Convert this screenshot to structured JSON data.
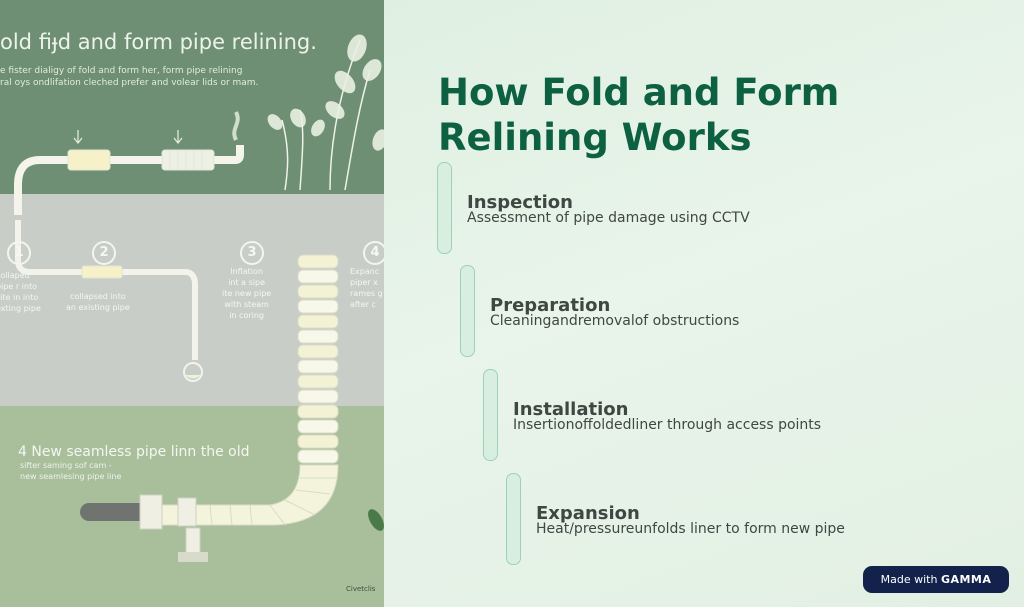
{
  "illustration": {
    "title": "old fiɟd and form pipe relining.",
    "subtitle_line1": "e fister dialigy of fold and form her, form pipe relining",
    "subtitle_line2": "ral oys ondlifation cleched prefer and volear lids or mam.",
    "steps": [
      {
        "num": "1",
        "label": "collaped\npipe r into\nsite in into\nexting pipe"
      },
      {
        "num": "2",
        "label": "collapsed into\nan existing pipe"
      },
      {
        "num": "3",
        "label": "Inflation\nint a sipe\nite new pipe\nwith steam\nin coring"
      },
      {
        "num": "4",
        "label": "Expanc\npiper x\nrames g\nafter c"
      }
    ],
    "bottom_caption": "4 New seamless pipe linn the old",
    "bottom_sub_line1": "sifter saming sof cam -",
    "bottom_sub_line2": "new seamlesing pipe line",
    "corner_text": "Civetclis"
  },
  "slide": {
    "heading": "How Fold and Form Relining Works",
    "steps": [
      {
        "title": "Inspection",
        "desc": "Assessment of pipe damage using CCTV"
      },
      {
        "title": "Preparation",
        "desc": "Cleaningandremovalof obstructions"
      },
      {
        "title": "Installation",
        "desc": "Insertionoffoldedliner through access points"
      },
      {
        "title": "Expansion",
        "desc": "Heat/pressureunfolds liner to form new pipe"
      }
    ]
  },
  "badge": {
    "prefix": "Made with",
    "brand": "GAMMA"
  },
  "colors": {
    "heading": "#0d6142",
    "accent_bar": "#9fd1b6",
    "badge_bg": "#12224a"
  }
}
